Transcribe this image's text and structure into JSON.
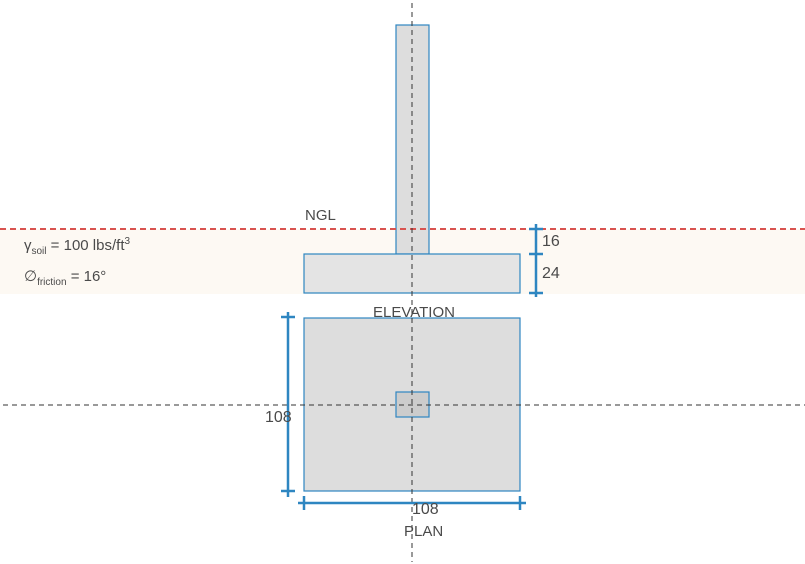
{
  "labels": {
    "ngl": "NGL",
    "elevation": "ELEVATION",
    "plan": "PLAN"
  },
  "soil": {
    "gamma_symbol": "γ",
    "gamma_sub": "soil",
    "gamma_value": " = 100 lbs/ft",
    "gamma_exp": "3",
    "phi_symbol": "∅",
    "phi_sub": "friction",
    "phi_value": " = 16°"
  },
  "dimensions": {
    "cover_depth": "16",
    "footing_thickness": "24",
    "plan_length": "108",
    "plan_width": "108"
  },
  "colors": {
    "outline": "#2e86c1",
    "dim_line": "#2e86c1",
    "concrete_fill": "#dddddd",
    "soil_band": "#fdf9f3",
    "ngl_line": "#d9534f",
    "centerline": "#333333"
  }
}
